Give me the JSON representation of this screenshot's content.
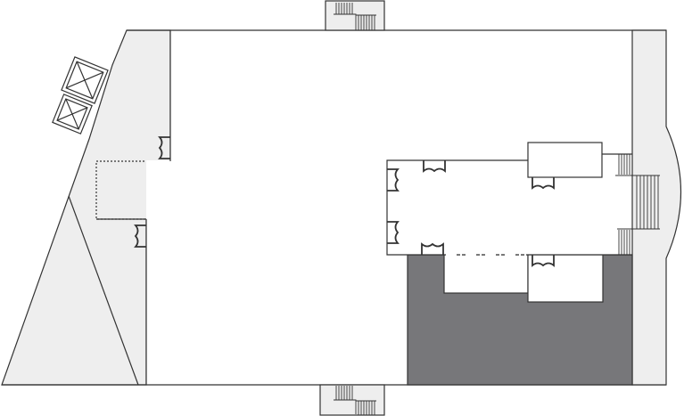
{
  "plan": {
    "colors": {
      "background": "#ffffff",
      "circulation": "#eeeeee",
      "restricted": "#77777a",
      "wall": "#333333"
    },
    "rooms": [
      {
        "id": "main-hall"
      },
      {
        "id": "east-corridor"
      },
      {
        "id": "shaded-area"
      },
      {
        "id": "west-wing"
      },
      {
        "id": "east-strip"
      }
    ],
    "features": [
      "stair-north",
      "stair-south",
      "stair-east",
      "elevators",
      "doors"
    ]
  }
}
